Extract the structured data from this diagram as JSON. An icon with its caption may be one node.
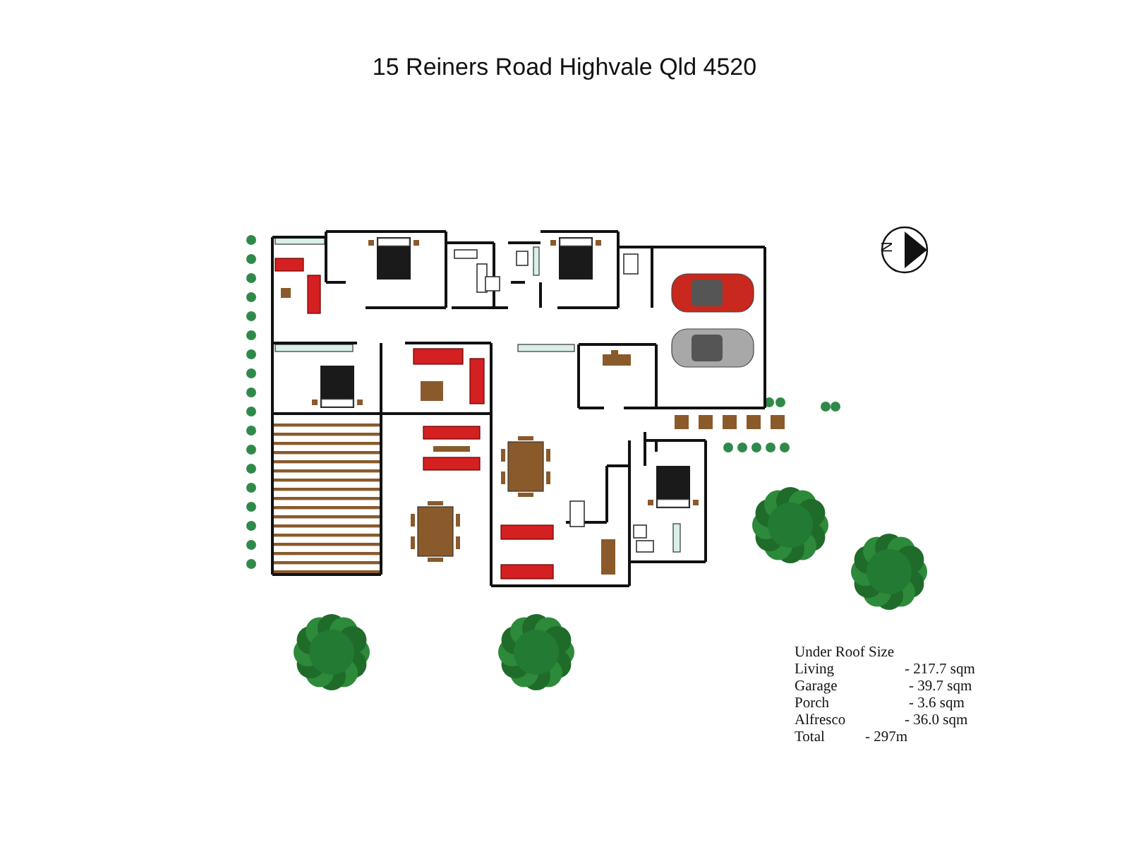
{
  "diagram": {
    "title": "15 Reiners Road Highvale Qld 4520",
    "labels": [
      "N",
      "Under Roof Size",
      "Living",
      "- 217.7 sqm",
      "Garage",
      "- 39.7 sqm",
      "Porch",
      "- 3.6 sqm",
      "Alfresco",
      "- 36.0 sqm",
      "Total",
      "- 297m"
    ]
  }
}
